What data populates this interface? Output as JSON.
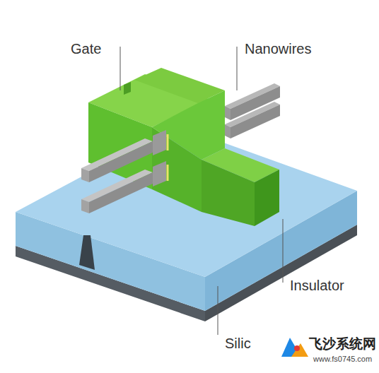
{
  "diagram": {
    "labels": [
      "Gate",
      "Nanowires",
      "Insulator",
      "Silic",
      "飞沙系统网",
      "www.fs0745.com"
    ]
  }
}
